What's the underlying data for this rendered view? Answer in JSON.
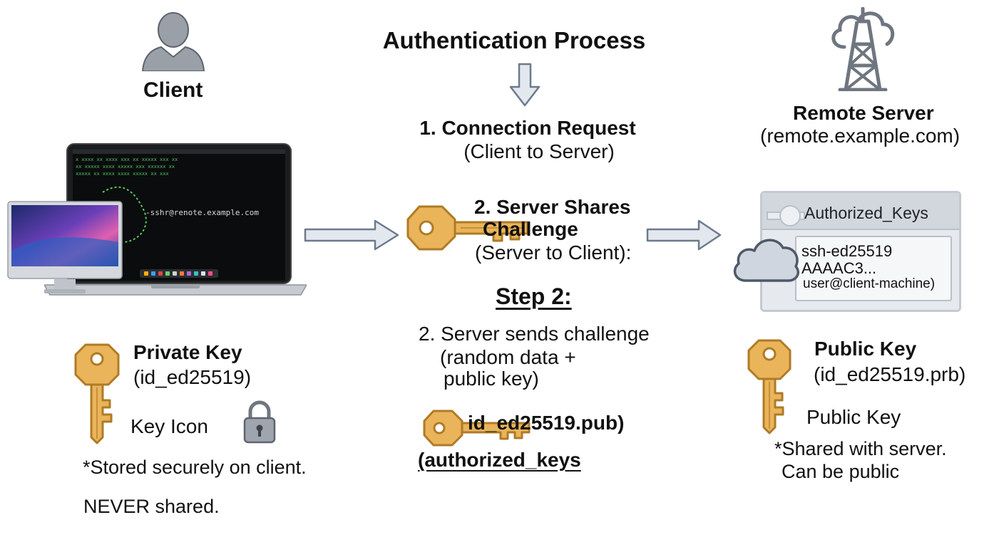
{
  "title": "Authentication Process",
  "client": {
    "label": "Client",
    "terminal_command": "-sshr@renote.example.com"
  },
  "server": {
    "label": "Remote Server",
    "host": "(remote.example.com)"
  },
  "steps": {
    "step1_title": "1. Connection Request",
    "step1_sub": "(Client to Server)",
    "step2_title_line1": "2. Server Shares",
    "step2_title_line2": "Challenge",
    "step2_sub": "(Server to Client):",
    "step2_heading": "Step 2:",
    "step2_desc_line1": "2. Server sends challenge",
    "step2_desc_line2": "(random data +",
    "step2_desc_line3": "public key)",
    "key_file": "id_ed25519.pub)",
    "auth_keys_file": "(authorized_keys"
  },
  "authorized_keys": {
    "header": "Authorized_Keys",
    "line1": "ssh-ed25519",
    "line2": "AAAAC3...",
    "line3": "user@client-machine)"
  },
  "private_key": {
    "title": "Private Key",
    "filename": "(id_ed25519)",
    "icon_label": "Key Icon",
    "note_line1": "*Stored securely on client.",
    "note_line2": "NEVER shared."
  },
  "public_key": {
    "title": "Public Key",
    "filename": "(id_ed25519.prb)",
    "label": "Public Key",
    "note_line1": "*Shared with server.",
    "note_line2": "Can be public"
  },
  "colors": {
    "key_gold": "#e9b45a",
    "key_stroke": "#b07a26",
    "arrow_fill": "#e3e8ef",
    "arrow_stroke": "#6d7a8c",
    "icon_gray": "#6f7680"
  }
}
